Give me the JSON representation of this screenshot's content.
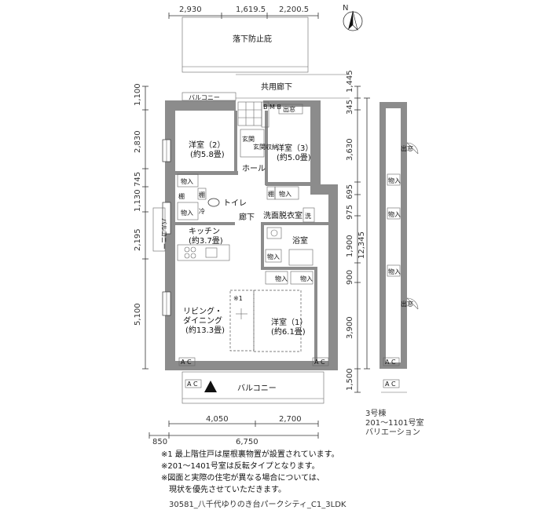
{
  "top_dims": [
    "2,930",
    "1,619.5",
    "2,200.5"
  ],
  "left_dims": [
    "1,100",
    "2,830",
    "745",
    "1,130",
    "2,195",
    "5,100"
  ],
  "right_dims": [
    "1,445",
    "345",
    "3,630",
    "695",
    "975",
    "1,900",
    "900",
    "3,900",
    "1,500"
  ],
  "total_dim": "12,345",
  "bottom_dims": [
    "4,050",
    "2,700"
  ],
  "bottom_total": [
    "850",
    "6,750"
  ],
  "labels": {
    "eaves": "落下防止庇",
    "corridor": "共用廊下",
    "balcony_top": "バルコニー",
    "balcony_left": "バルコニー",
    "balcony_bottom": "バルコニー",
    "entrance": "出窓",
    "bm": "B M B",
    "western2": "洋室（2）",
    "western2_size": "(約5.8畳)",
    "western3": "洋室（3）",
    "western3_size": "(約5.0畳)",
    "genkan": "玄関",
    "shoe_storage": "玄関収納",
    "hall": "ホール",
    "toilet": "トイレ",
    "corridor_in": "廊下",
    "washroom": "洗面脱衣室",
    "wash": "洗",
    "bath": "浴室",
    "kitchen": "キッチン",
    "kitchen_size": "(約3.7畳)",
    "living": "リビング・",
    "dining": "ダイニング",
    "living_size": "(約13.3畳)",
    "western1": "洋室（1）",
    "western1_size": "(約6.1畳)",
    "storage": "物入",
    "shelf": "棚",
    "ref": "冷",
    "note_star": "※1",
    "ac": "A C",
    "window": "出窓"
  },
  "variant": {
    "line1": "3号棟",
    "line2": "201～1101号室",
    "line3": "バリエーション"
  },
  "notes": [
    "※1 最上階住戸は屋根裏物置が設置されています。",
    "※201～1401号室は反転タイプとなります。",
    "※図面と実際の住宅が異なる場合については、",
    "　現状を優先させていただきます。"
  ],
  "footer": "30581_八千代ゆりのき台パークシティ_C1_3LDK",
  "compass": "N"
}
